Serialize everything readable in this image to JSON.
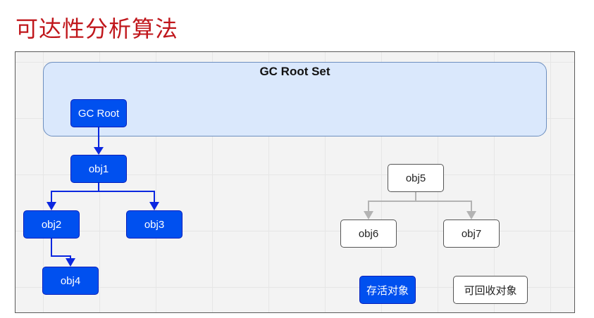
{
  "page": {
    "title": "可达性分析算法"
  },
  "diagram": {
    "root_set_title": "GC Root Set",
    "nodes": {
      "gc_root": "GC Root",
      "obj1": "obj1",
      "obj2": "obj2",
      "obj3": "obj3",
      "obj4": "obj4",
      "obj5": "obj5",
      "obj6": "obj6",
      "obj7": "obj7"
    },
    "legend": {
      "alive": "存活对象",
      "collectable": "可回收对象"
    },
    "colors": {
      "title_red": "#c0171c",
      "alive_fill": "#0050ef",
      "alive_stroke": "#001dbc",
      "root_set_fill": "#dae8fc",
      "root_set_stroke": "#6c8ebf",
      "reachable_edge": "#0b27e0",
      "unreachable_edge": "#b3b3b3"
    }
  }
}
